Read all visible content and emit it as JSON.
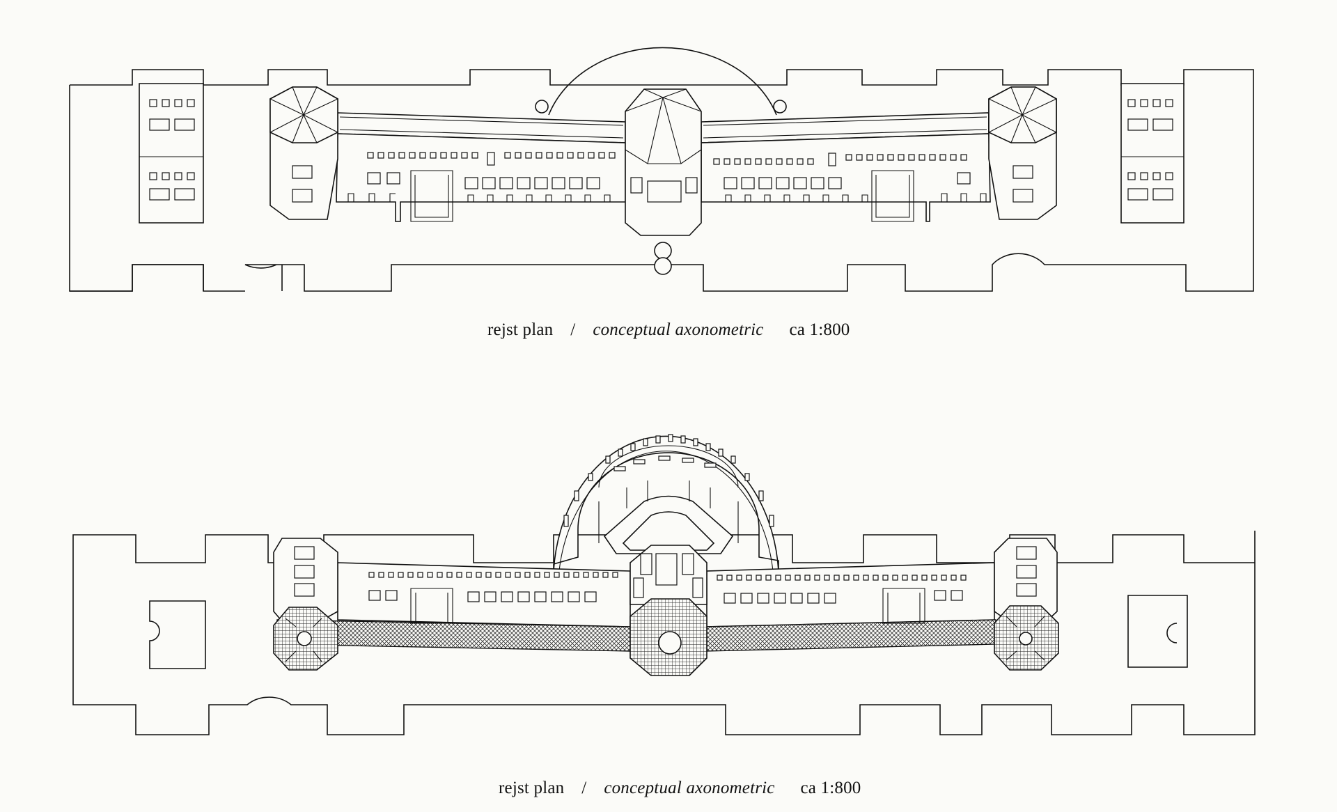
{
  "drawings": [
    {
      "caption": {
        "plan": "rejst plan",
        "separator": "/",
        "subject": "conceptual axonometric",
        "scale": "ca  1:800"
      }
    },
    {
      "caption": {
        "plan": "rejst plan",
        "separator": "/",
        "subject": "conceptual axonometric",
        "scale": "ca  1:800"
      }
    }
  ],
  "colors": {
    "ink": "#111111",
    "paper": "#fbfbf8"
  }
}
